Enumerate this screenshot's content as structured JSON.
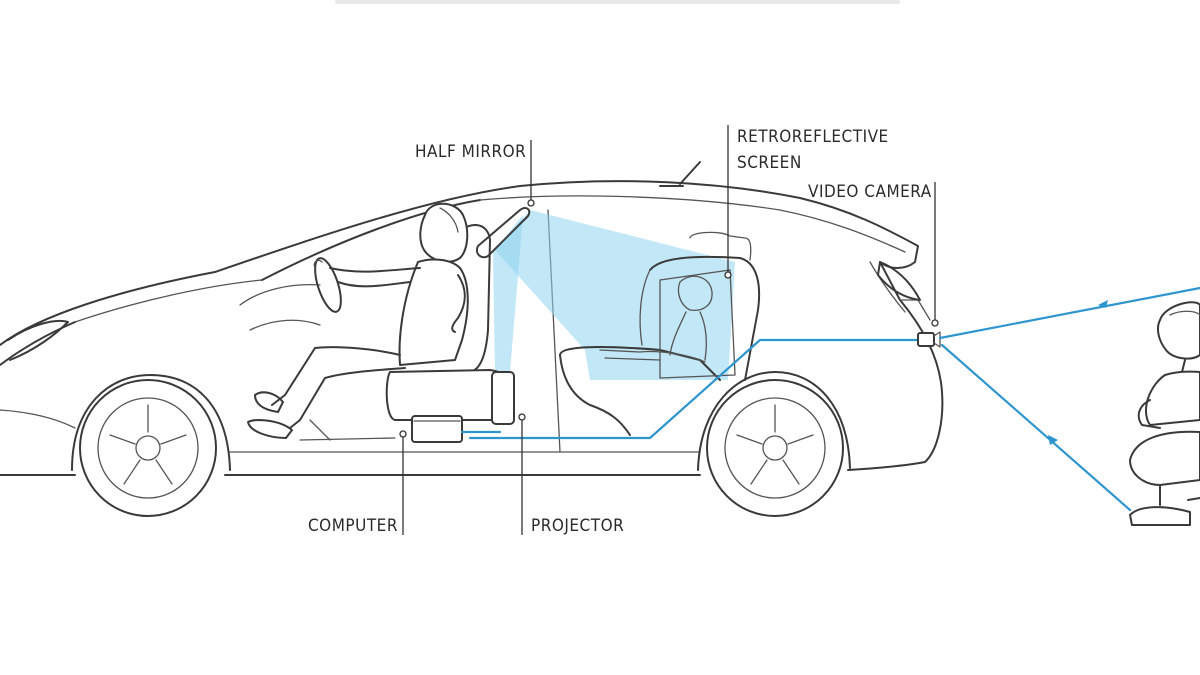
{
  "labels": {
    "half_mirror": "HALF MIRROR",
    "retroreflective_line1": "RETROREFLECTIVE",
    "retroreflective_line2": "SCREEN",
    "video_camera": "VIDEO CAMERA",
    "computer": "COMPUTER",
    "projector": "PROJECTOR"
  },
  "colors": {
    "beam": "#8fd3ee",
    "cable": "#2e95cf",
    "line_art": "#3a3a3a"
  }
}
